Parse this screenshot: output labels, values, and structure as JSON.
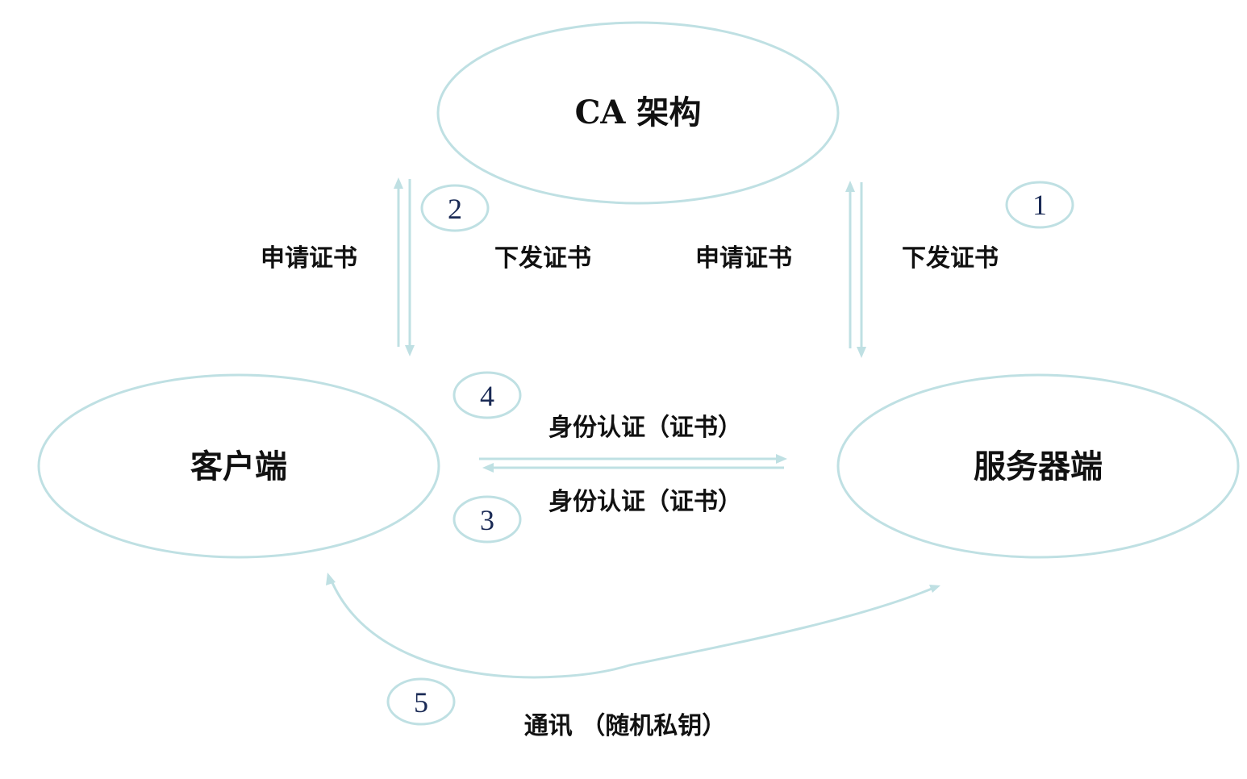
{
  "colors": {
    "stroke": "#bfe0e3",
    "text": "#111111",
    "step_number": "#1a2a55"
  },
  "nodes": {
    "ca": {
      "label": "CA 架构"
    },
    "client": {
      "label": "客户端"
    },
    "server": {
      "label": "服务器端"
    }
  },
  "edges": {
    "client_ca_request": {
      "label": "申请证书"
    },
    "client_ca_issue": {
      "label": "下发证书"
    },
    "server_ca_request": {
      "label": "申请证书"
    },
    "server_ca_issue": {
      "label": "下发证书"
    },
    "client_to_server_auth": {
      "label": "身份认证（证书）"
    },
    "server_to_client_auth": {
      "label": "身份认证（证书）"
    },
    "communication": {
      "label": "通讯 （随机私钥）"
    }
  },
  "steps": {
    "s1": "1",
    "s2": "2",
    "s3": "3",
    "s4": "4",
    "s5": "5"
  }
}
